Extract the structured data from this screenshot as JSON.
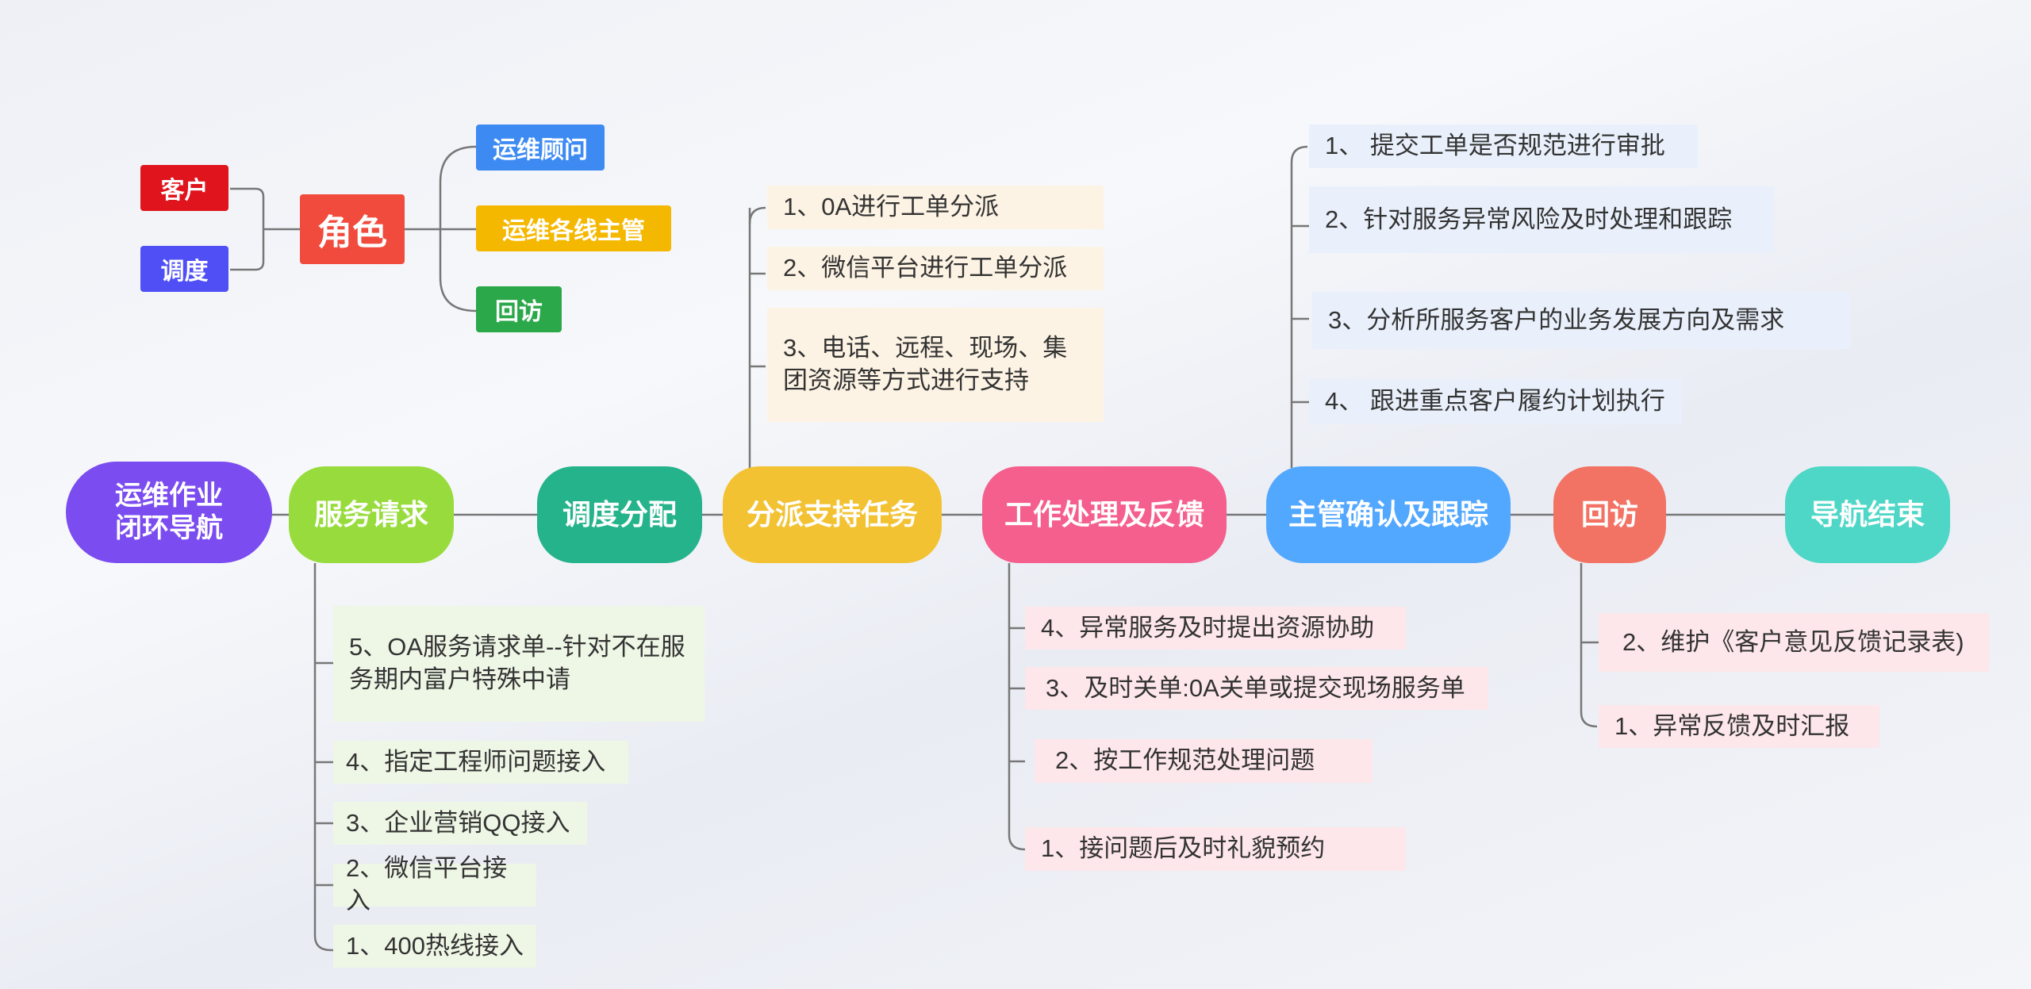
{
  "colors": {
    "connector": "#777777",
    "start": "#7b4cf0",
    "service_request": "#97dc3c",
    "dispatch": "#25b38b",
    "assign": "#f2c233",
    "work": "#f45f8d",
    "supervisor": "#52a7ff",
    "revisit": "#f27264",
    "end": "#4ed7c6",
    "role": "#f04b3c",
    "customer": "#e0141d",
    "scheduler": "#4f4ff5",
    "advisor": "#3d8bf2",
    "line_manager": "#f5b800",
    "revisit_tag": "#2aa84a"
  },
  "flow": {
    "start": "运维作业\n闭环导航",
    "service_request": "服务请求",
    "dispatch": "调度分配",
    "assign": "分派支持任务",
    "work": "工作处理及反馈",
    "supervisor": "主管确认及跟踪",
    "revisit": "回访",
    "end": "导航结束"
  },
  "roles": {
    "title": "角色",
    "customer": "客户",
    "scheduler": "调度",
    "advisor": "运维顾问",
    "line_manager": "运维各线主管",
    "revisit": "回访"
  },
  "supervisor_notes": [
    "1、 提交工单是否规范进行审批",
    "2、针对服务异常风险及时处理和跟踪",
    "3、分析所服务客户的业务发展方向及需求",
    "4、 跟进重点客户履约计划执行"
  ],
  "assign_notes": [
    "1、0A进行工单分派",
    "2、微信平台进行工单分派",
    "3、电话、远程、现场、集团资源等方式进行支持"
  ],
  "request_notes": [
    "5、OA服务请求单--针对不在服务期内富户特殊中请",
    "4、指定工程师问题接入",
    "3、企业营销QQ接入",
    "2、微信平台接入",
    "1、400热线接入"
  ],
  "work_notes": [
    "4、异常服务及时提出资源协助",
    "3、及时关单:0A关单或提交现场服务单",
    "2、按工作规范处理问题",
    "1、接问题后及时礼貌预约"
  ],
  "revisit_notes": [
    "2、维护《客户意见反馈记录表)",
    "1、异常反馈及时汇报"
  ]
}
